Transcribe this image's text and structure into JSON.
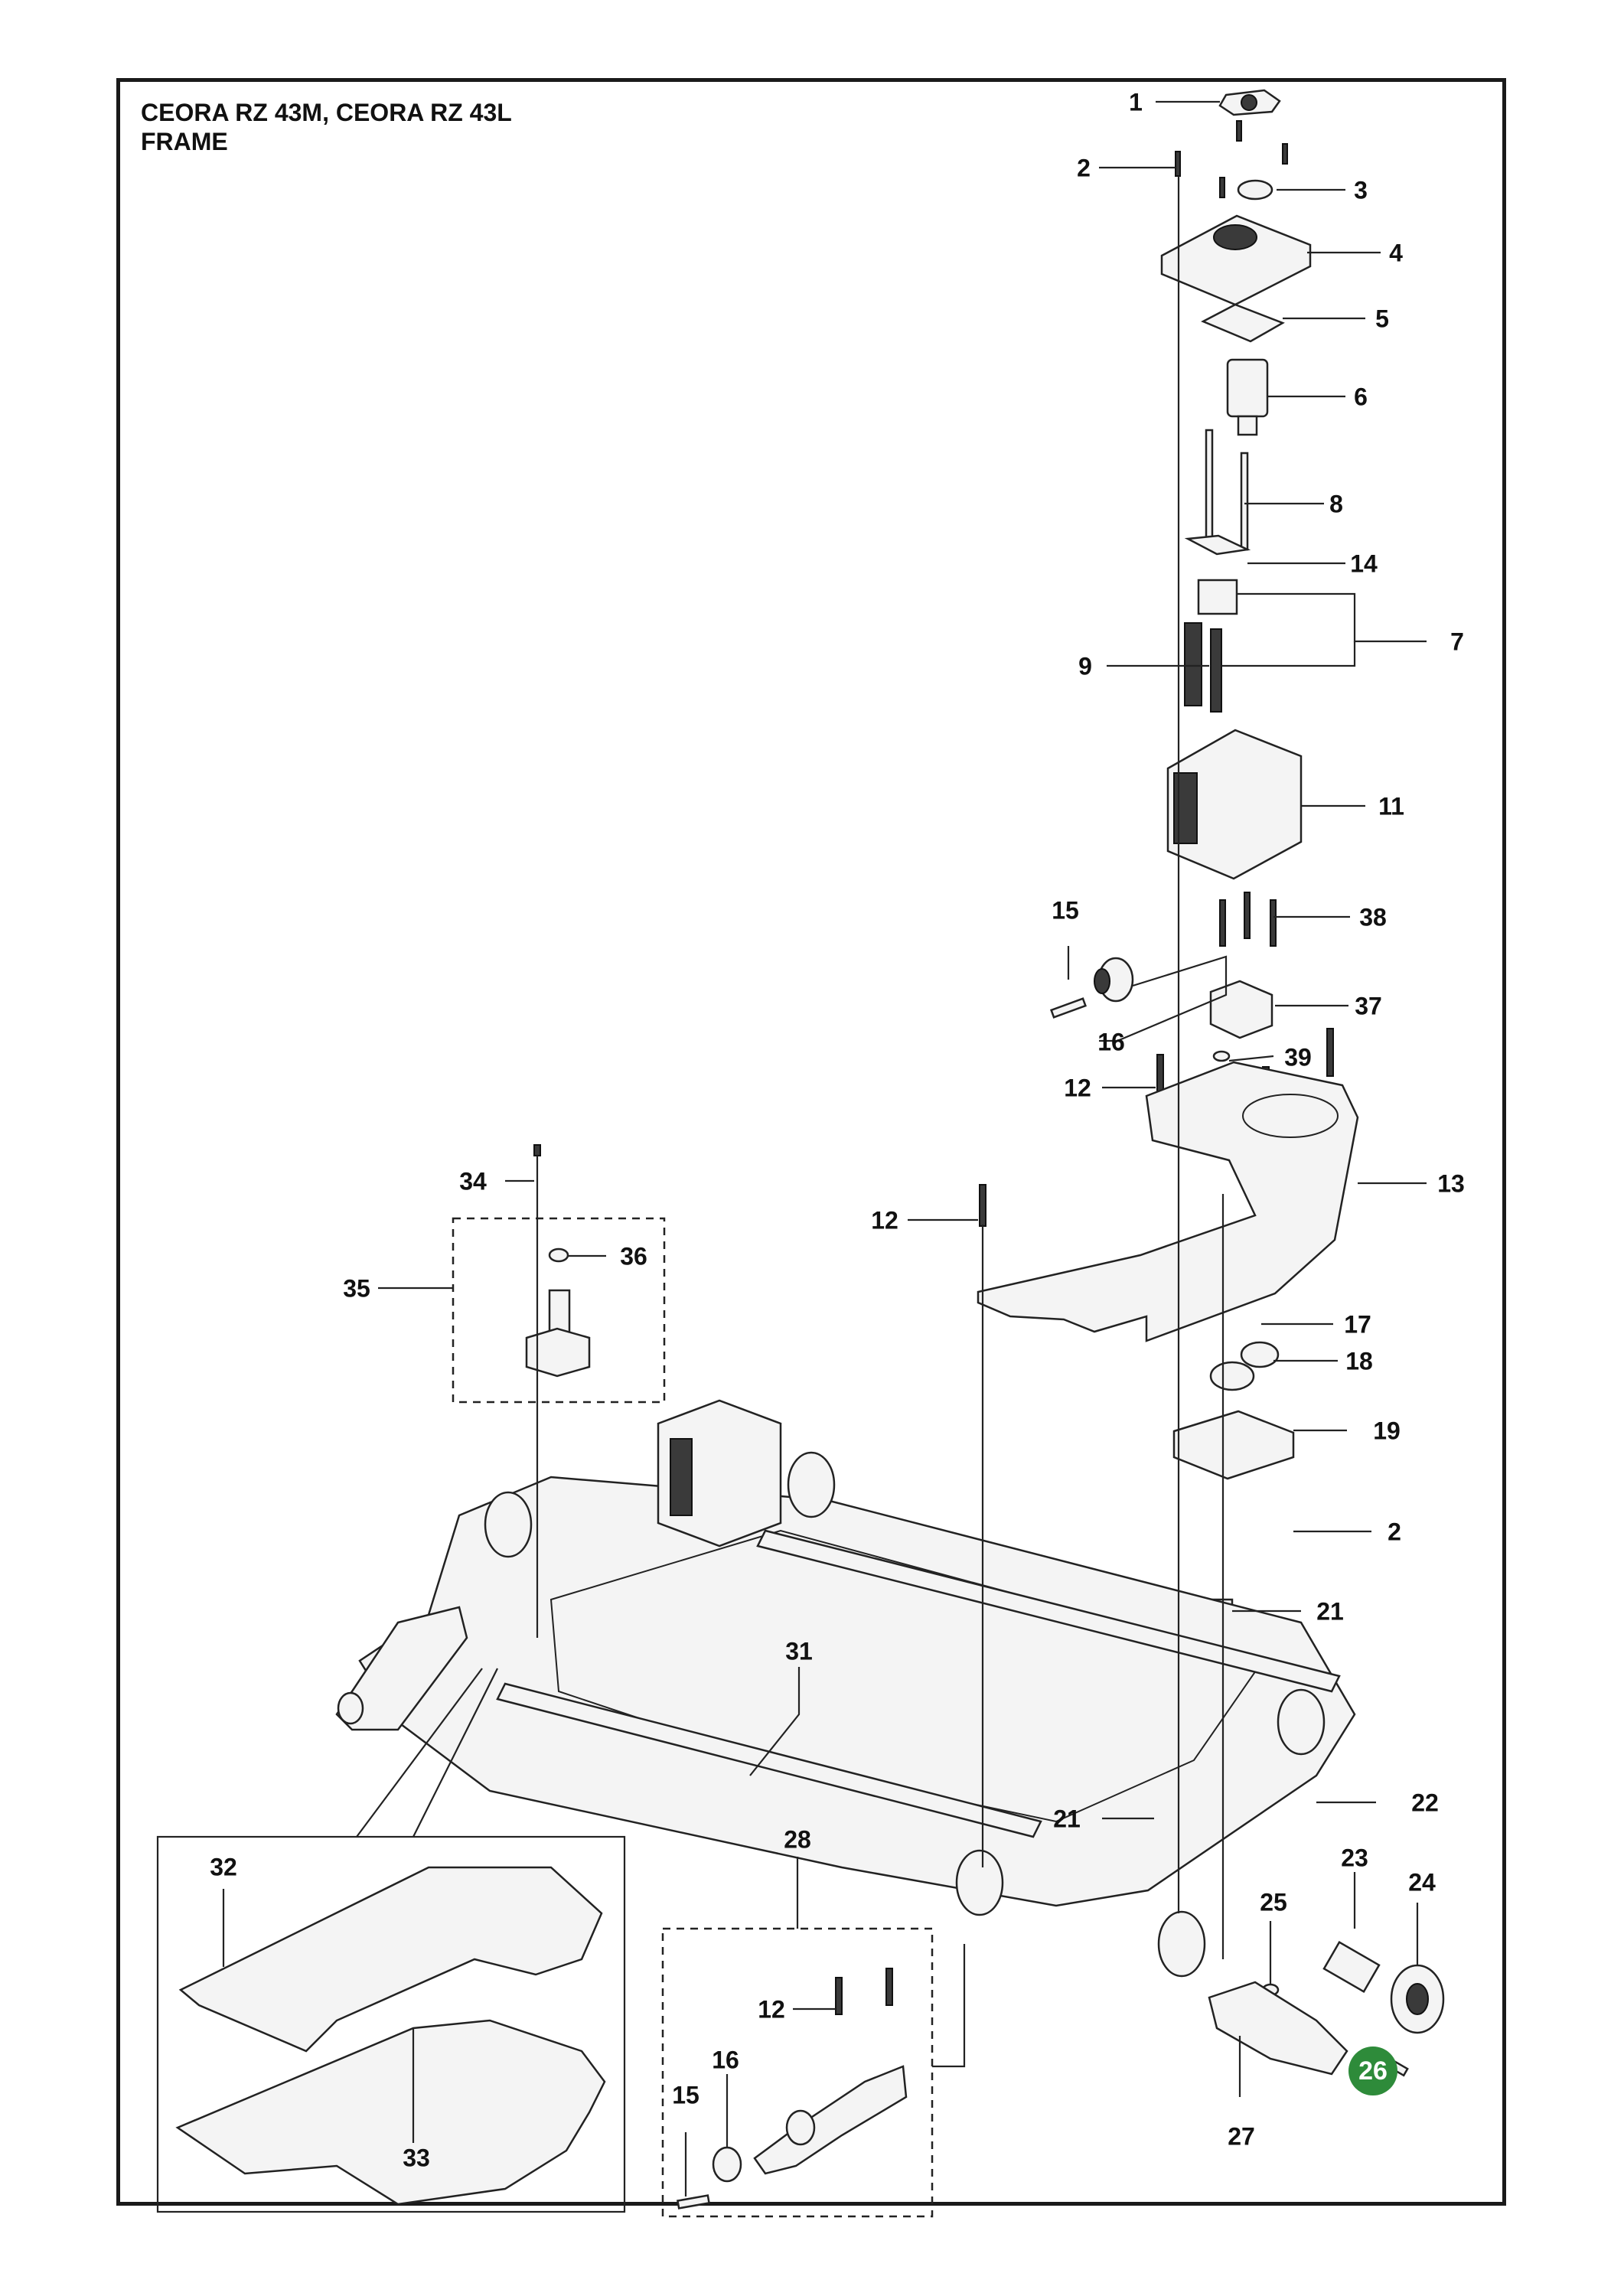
{
  "header": {
    "line1": "CEORA RZ 43M, CEORA RZ 43L",
    "line2": "FRAME"
  },
  "page_number": "26",
  "callouts": [
    {
      "id": "c1",
      "label": "1"
    },
    {
      "id": "c2a",
      "label": "2"
    },
    {
      "id": "c3",
      "label": "3"
    },
    {
      "id": "c4",
      "label": "4"
    },
    {
      "id": "c5",
      "label": "5"
    },
    {
      "id": "c6",
      "label": "6"
    },
    {
      "id": "c8",
      "label": "8"
    },
    {
      "id": "c14",
      "label": "14"
    },
    {
      "id": "c7",
      "label": "7"
    },
    {
      "id": "c9",
      "label": "9"
    },
    {
      "id": "c11",
      "label": "11"
    },
    {
      "id": "c15a",
      "label": "15"
    },
    {
      "id": "c38",
      "label": "38"
    },
    {
      "id": "c37",
      "label": "37"
    },
    {
      "id": "c16a",
      "label": "16"
    },
    {
      "id": "c39",
      "label": "39"
    },
    {
      "id": "c12a",
      "label": "12"
    },
    {
      "id": "c13",
      "label": "13"
    },
    {
      "id": "c34",
      "label": "34"
    },
    {
      "id": "c12b",
      "label": "12"
    },
    {
      "id": "c36",
      "label": "36"
    },
    {
      "id": "c35",
      "label": "35"
    },
    {
      "id": "c17",
      "label": "17"
    },
    {
      "id": "c18",
      "label": "18"
    },
    {
      "id": "c19",
      "label": "19"
    },
    {
      "id": "c2b",
      "label": "2"
    },
    {
      "id": "c21a",
      "label": "21"
    },
    {
      "id": "c31",
      "label": "31"
    },
    {
      "id": "c22",
      "label": "22"
    },
    {
      "id": "c21b",
      "label": "21"
    },
    {
      "id": "c28",
      "label": "28"
    },
    {
      "id": "c23",
      "label": "23"
    },
    {
      "id": "c24",
      "label": "24"
    },
    {
      "id": "c32",
      "label": "32"
    },
    {
      "id": "c25",
      "label": "25"
    },
    {
      "id": "c12c",
      "label": "12"
    },
    {
      "id": "c16b",
      "label": "16"
    },
    {
      "id": "c15b",
      "label": "15"
    },
    {
      "id": "c33",
      "label": "33"
    },
    {
      "id": "c27",
      "label": "27"
    }
  ]
}
